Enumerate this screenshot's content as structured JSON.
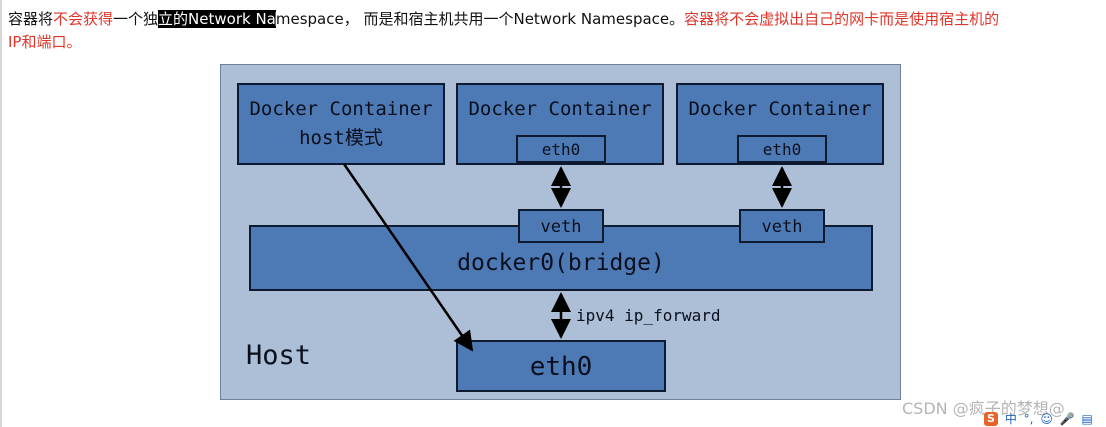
{
  "paragraph": {
    "line1": {
      "part1": "容器将",
      "part2_red": "不会获得",
      "part3": "一个独",
      "part4_highlight": "立的Network Na",
      "part5": "mespace， 而是和宿主机共用一个Network Namespace。",
      "part6_red": "容器将不会虚拟出自己的网卡而是使用宿主机的"
    },
    "line2": {
      "part1_red": "IP和端口。"
    }
  },
  "diagram": {
    "background_color": "#adbfd6",
    "box_color": "#4d7ab4",
    "host_label": "Host",
    "containers": [
      {
        "line1": "Docker Container",
        "line2": "host模式"
      },
      {
        "line1": "Docker Container",
        "iface": "eth0"
      },
      {
        "line1": "Docker Container",
        "iface": "eth0"
      }
    ],
    "veth_labels": [
      "veth",
      "veth"
    ],
    "bridge_label": "docker0(bridge)",
    "forward_label": "ipv4 ip_forward",
    "host_iface": "eth0"
  },
  "watermark": "CSDN @疯子的梦想@",
  "tray": {
    "logo": "S",
    "items": [
      "中",
      "°,",
      "☺",
      "🎤",
      "▤"
    ]
  }
}
